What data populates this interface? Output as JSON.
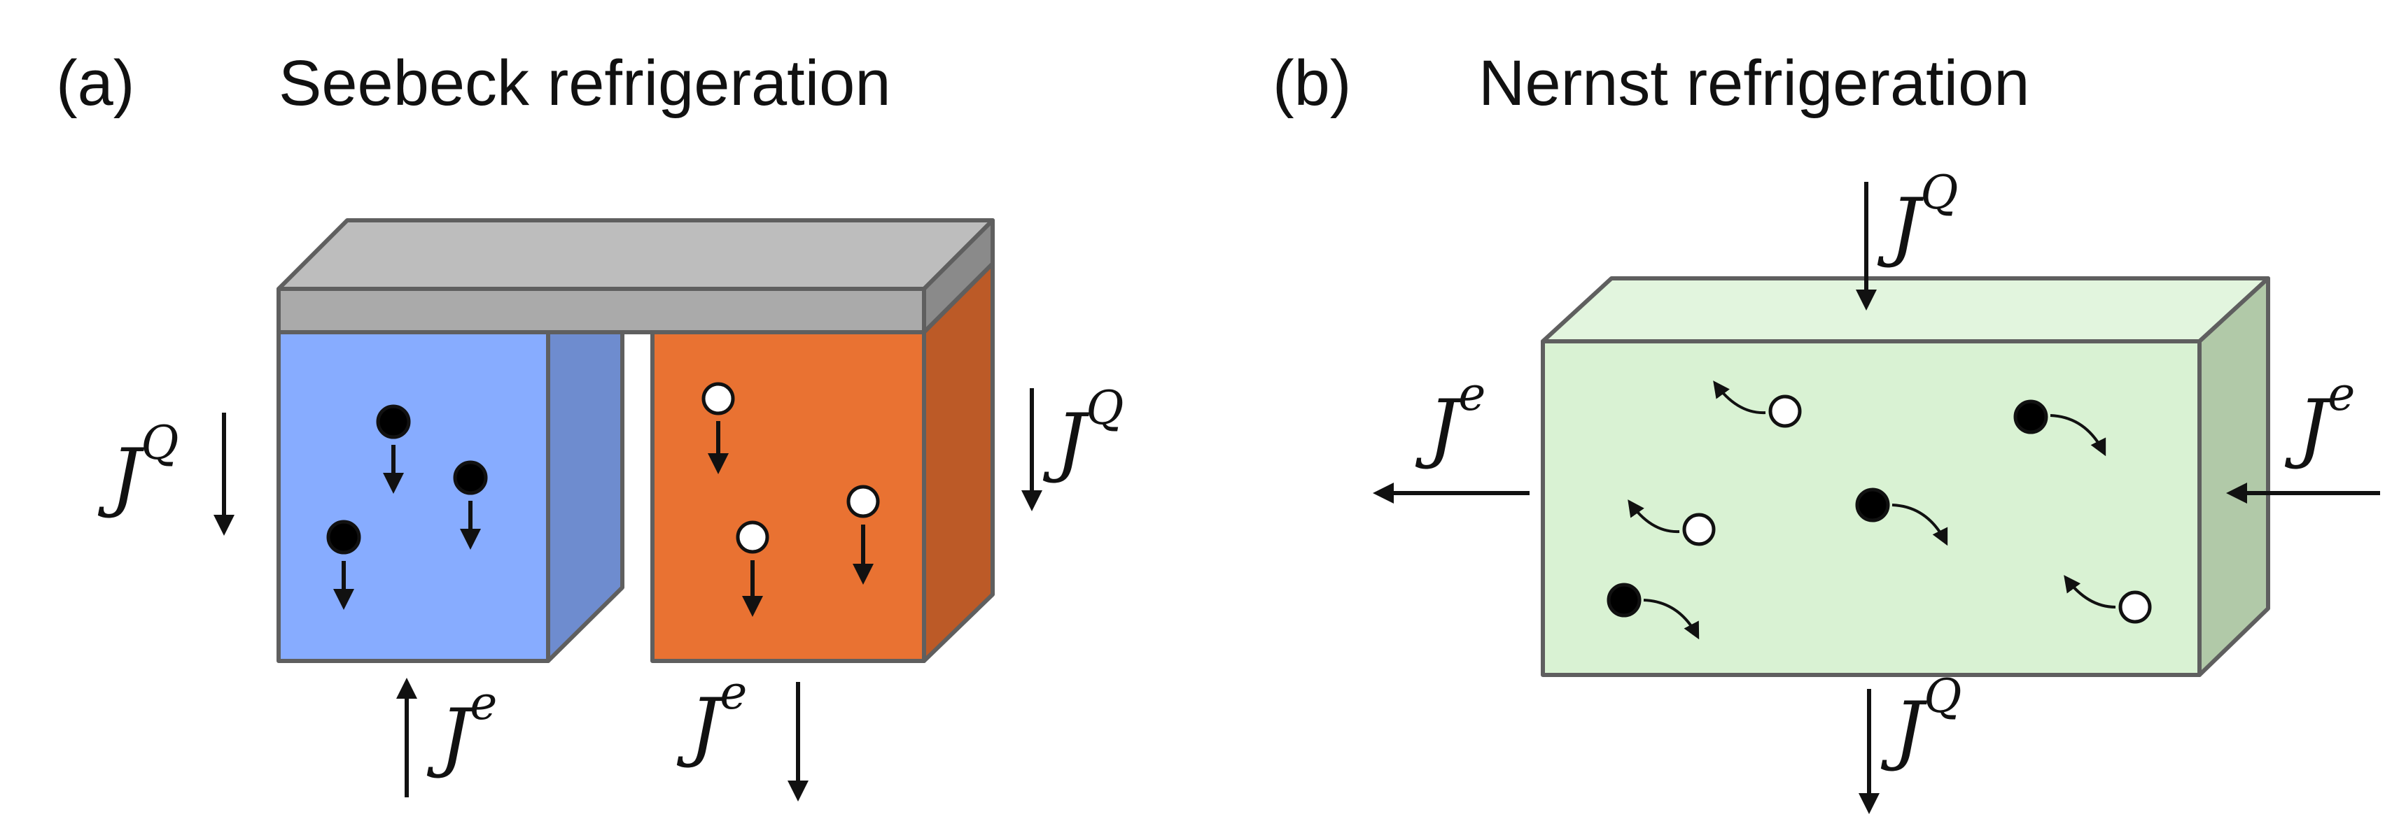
{
  "panel_a": {
    "label": "(a)",
    "title": "Seebeck refrigeration",
    "heat_flux_label": {
      "base": "J",
      "sup": "Q"
    },
    "charge_flux_label": {
      "base": "J",
      "sup": "e"
    },
    "colors": {
      "bridge_top": "#bdbdbd",
      "bridge_front": "#aaaaaa",
      "bridge_side": "#8a8a8a",
      "left_leg_front": "#87acff",
      "left_leg_side": "#6e8ccf",
      "right_leg_front": "#e97232",
      "right_leg_side": "#bc5a27"
    }
  },
  "panel_b": {
    "label": "(b)",
    "title": "Nernst refrigeration",
    "heat_flux_label": {
      "base": "J",
      "sup": "Q"
    },
    "charge_flux_label": {
      "base": "J",
      "sup": "e"
    },
    "colors": {
      "block_front": "#d9f2d3",
      "block_top": "#e2f5de",
      "block_side": "#b1c9a8"
    }
  },
  "carrier_colors": {
    "electron": "#000000",
    "hole": "#ffffff"
  }
}
